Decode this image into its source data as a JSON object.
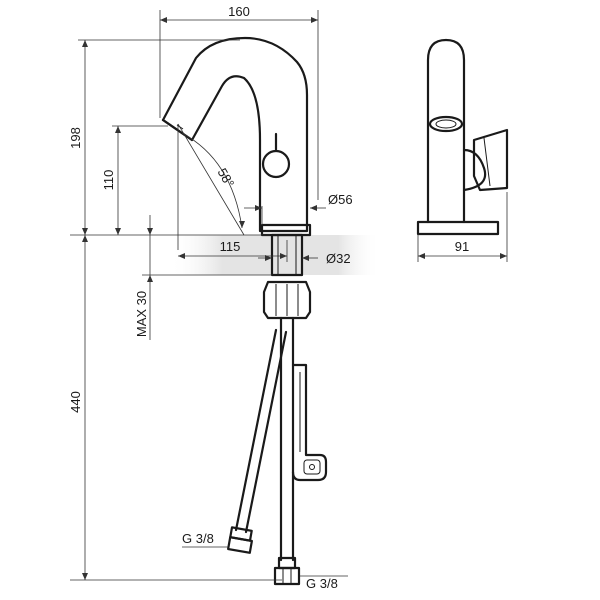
{
  "dimensions": {
    "width_total": "160",
    "height_total": "198",
    "spout_height": "110",
    "spout_angle": "58°",
    "base_diameter": "Ø56",
    "shank_diameter": "Ø32",
    "spout_reach": "115",
    "max_deck_thickness": "MAX 30",
    "hose_length": "440",
    "connection_left": "G 3/8",
    "connection_right": "G 3/8",
    "side_depth": "91"
  },
  "colors": {
    "line": "#1a1a1a",
    "deck_band": "#e6e6e6"
  }
}
